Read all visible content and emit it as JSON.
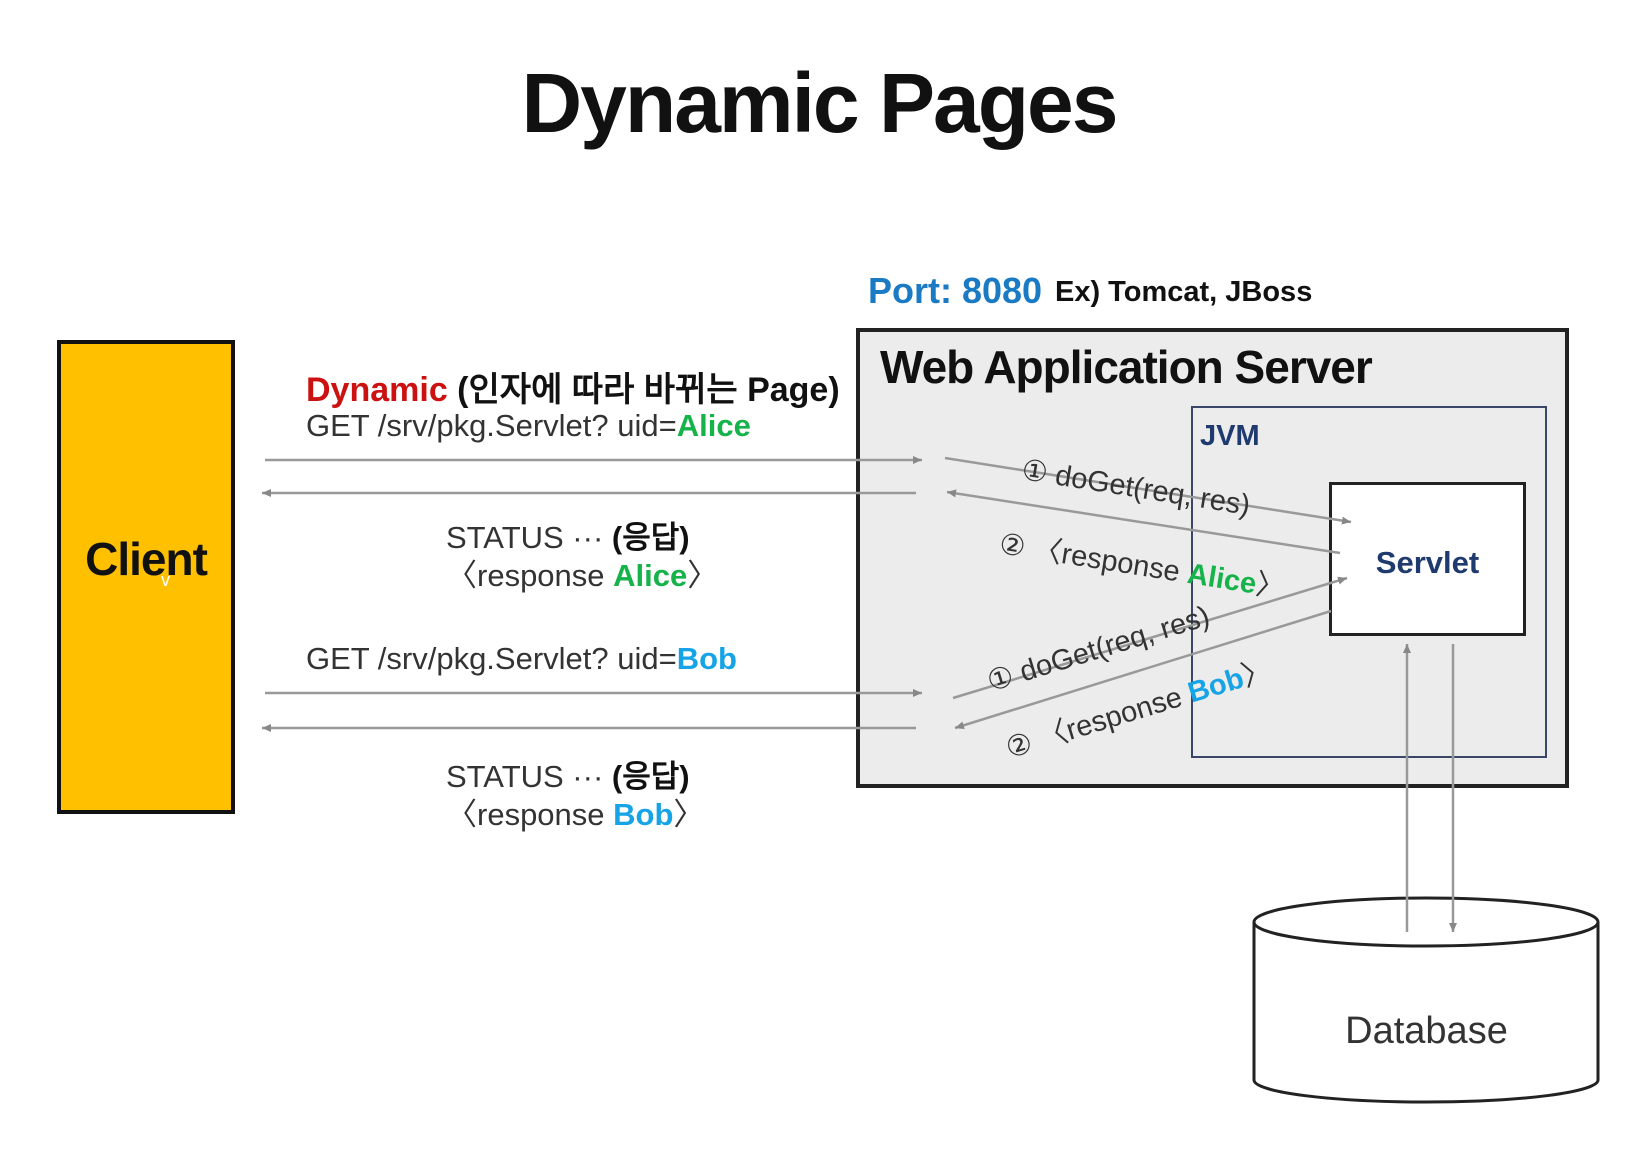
{
  "title": "Dynamic Pages",
  "port": {
    "label": "Port: 8080",
    "example": "Ex) Tomcat, JBoss"
  },
  "client": {
    "label": "Client",
    "caret": "v"
  },
  "was": {
    "label": "Web Application Server",
    "jvm_label": "JVM",
    "servlet_label": "Servlet"
  },
  "database": {
    "label": "Database"
  },
  "request_alice": {
    "desc_red": "Dynamic",
    "desc_rest": " (인자에 따라 바뀌는 Page)",
    "line_prefix": "GET /srv/pkg.Servlet? uid=",
    "line_user": "Alice",
    "status_prefix": "STATUS ··· ",
    "status_bold": "(응답)",
    "resp_open": "〈response ",
    "resp_user": "Alice",
    "resp_close": "〉"
  },
  "request_bob": {
    "line_prefix": "GET /srv/pkg.Servlet? uid=",
    "line_user": "Bob",
    "status_prefix": "STATUS ··· ",
    "status_bold": "(응답)",
    "resp_open": "〈response ",
    "resp_user": "Bob",
    "resp_close": "〉"
  },
  "internal": {
    "alice_doget": "① doGet(req, res)",
    "alice_resp_prefix": "② 〈response ",
    "alice_resp_user": "Alice",
    "alice_resp_suffix": "〉",
    "bob_doget": "① doGet(req, res)",
    "bob_resp_prefix": "② 〈response ",
    "bob_resp_user": "Bob",
    "bob_resp_suffix": "〉"
  },
  "colors": {
    "client_fill": "#FFC000",
    "server_fill": "#ececec",
    "arrow": "#888888",
    "alice": "#16b24a",
    "bob": "#16a4e6",
    "dynamic": "#cc1111",
    "port": "#1a7ac4",
    "jvm": "#1f3a6e"
  }
}
